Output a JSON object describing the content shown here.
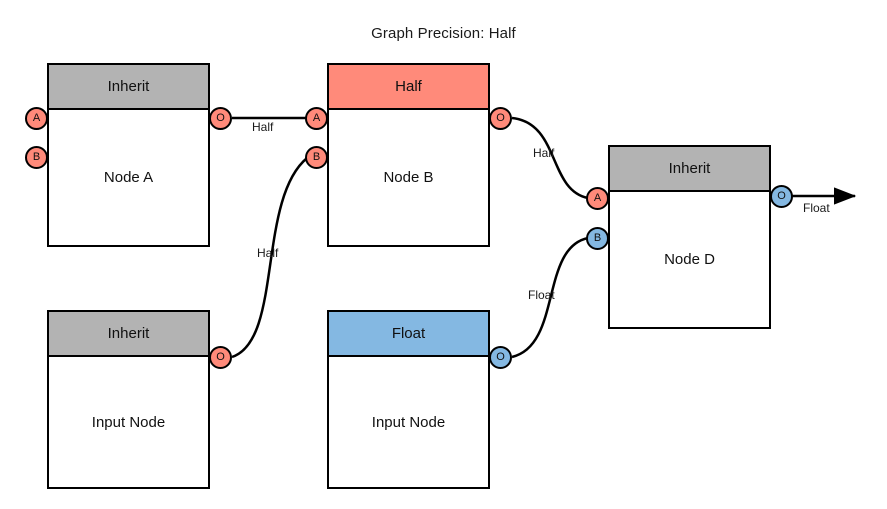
{
  "title": "Graph Precision: Half",
  "colors": {
    "inherit_header": "#b3b3b3",
    "half_header": "#ff8a7a",
    "float_header": "#84b8e2",
    "half_port": "#ff8a7a",
    "float_port": "#84b8e2",
    "stroke": "#000000",
    "background": "#ffffff"
  },
  "nodes": [
    {
      "id": "node-a",
      "header": "Inherit",
      "header_type": "inherit",
      "body": "Node A",
      "inputs": [
        {
          "label": "A",
          "type": "half"
        },
        {
          "label": "B",
          "type": "half"
        }
      ],
      "outputs": [
        {
          "label": "O",
          "type": "half"
        }
      ]
    },
    {
      "id": "node-b",
      "header": "Half",
      "header_type": "half",
      "body": "Node B",
      "inputs": [
        {
          "label": "A",
          "type": "half"
        },
        {
          "label": "B",
          "type": "half"
        }
      ],
      "outputs": [
        {
          "label": "O",
          "type": "half"
        }
      ]
    },
    {
      "id": "node-d",
      "header": "Inherit",
      "header_type": "inherit",
      "body": "Node D",
      "inputs": [
        {
          "label": "A",
          "type": "half"
        },
        {
          "label": "B",
          "type": "float"
        }
      ],
      "outputs": [
        {
          "label": "O",
          "type": "float"
        }
      ]
    },
    {
      "id": "input-node-left",
      "header": "Inherit",
      "header_type": "inherit",
      "body": "Input Node",
      "inputs": [],
      "outputs": [
        {
          "label": "O",
          "type": "half"
        }
      ]
    },
    {
      "id": "input-node-middle",
      "header": "Float",
      "header_type": "float",
      "body": "Input Node",
      "inputs": [],
      "outputs": [
        {
          "label": "O",
          "type": "float"
        }
      ]
    }
  ],
  "edges": [
    {
      "id": "edge-a-to-b-a",
      "label": "Half",
      "from": "node-a.O",
      "to": "node-b.A"
    },
    {
      "id": "edge-inputleft-to-b-b",
      "label": "Half",
      "from": "input-node-left.O",
      "to": "node-b.B"
    },
    {
      "id": "edge-b-to-d-a",
      "label": "Half",
      "from": "node-b.O",
      "to": "node-d.A"
    },
    {
      "id": "edge-inputmiddle-to-d-b",
      "label": "Float",
      "from": "input-node-middle.O",
      "to": "node-d.B"
    },
    {
      "id": "edge-d-output",
      "label": "Float",
      "from": "node-d.O",
      "to": "graph-output"
    }
  ]
}
